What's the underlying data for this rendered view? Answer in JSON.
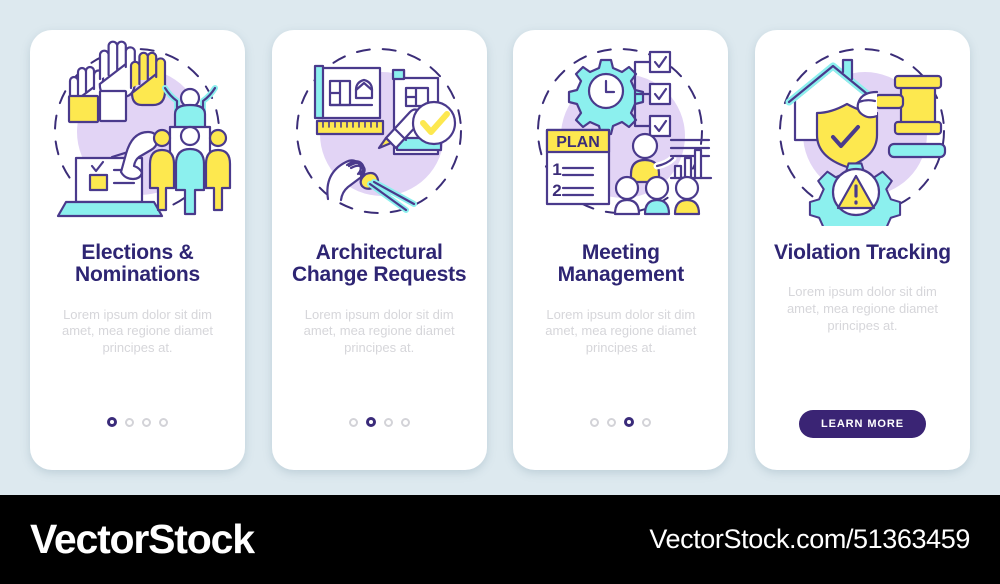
{
  "theme": {
    "background": "#dde9ef",
    "card_bg": "#ffffff",
    "title_color": "#2e2573",
    "desc_color": "#d6d6da",
    "accent_purple": "#3a2474",
    "illus_lavender": "#e2d4f5",
    "illus_yellow": "#fde84f",
    "illus_cyan": "#8cf0ee",
    "illus_outline": "#4a3a8c",
    "footer_bg": "#000000"
  },
  "screens": [
    {
      "id": "elections",
      "title": "Elections & Nominations",
      "description": "Lorem ipsum dolor sit dim amet, mea regione diamet principes at.",
      "illustration": "elections-illustration",
      "pagination": {
        "count": 4,
        "active_index": 0
      },
      "cta": null
    },
    {
      "id": "architectural",
      "title": "Architectural Change Requests",
      "description": "Lorem ipsum dolor sit dim amet, mea regione diamet principes at.",
      "illustration": "architectural-illustration",
      "pagination": {
        "count": 4,
        "active_index": 1
      },
      "cta": null
    },
    {
      "id": "meeting",
      "title": "Meeting Management",
      "description": "Lorem ipsum dolor sit dim amet, mea regione diamet principes at.",
      "illustration": "meeting-illustration",
      "pagination": {
        "count": 4,
        "active_index": 2
      },
      "cta": null
    },
    {
      "id": "violation",
      "title": "Violation Tracking",
      "description": "Lorem ipsum dolor sit dim amet, mea regione diamet principes at.",
      "illustration": "violation-illustration",
      "pagination": null,
      "cta": {
        "label": "LEARN MORE"
      }
    }
  ],
  "illustration_labels": {
    "plan_heading": "PLAN",
    "plan_item_1": "1",
    "plan_item_2": "2"
  },
  "footer": {
    "brand": "VectorStock",
    "url": "VectorStock.com/51363459"
  }
}
